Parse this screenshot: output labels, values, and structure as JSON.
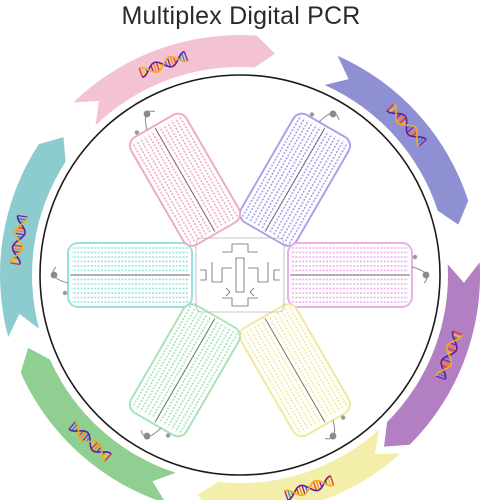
{
  "title": "Multiplex Digital PCR",
  "channels": [
    {
      "name": "purple",
      "color": "#8f8fd3",
      "chip": "#a7a3e8"
    },
    {
      "name": "magenta",
      "color": "#b27fc3",
      "chip": "#ecaee9"
    },
    {
      "name": "yellow",
      "color": "#f4eeab",
      "chip": "#f1e89a"
    },
    {
      "name": "green",
      "color": "#8fcf92",
      "chip": "#a8e3b6"
    },
    {
      "name": "teal",
      "color": "#8ccbce",
      "chip": "#98e0e0"
    },
    {
      "name": "pink",
      "color": "#f3c3d3",
      "chip": "#eeaac9"
    }
  ]
}
